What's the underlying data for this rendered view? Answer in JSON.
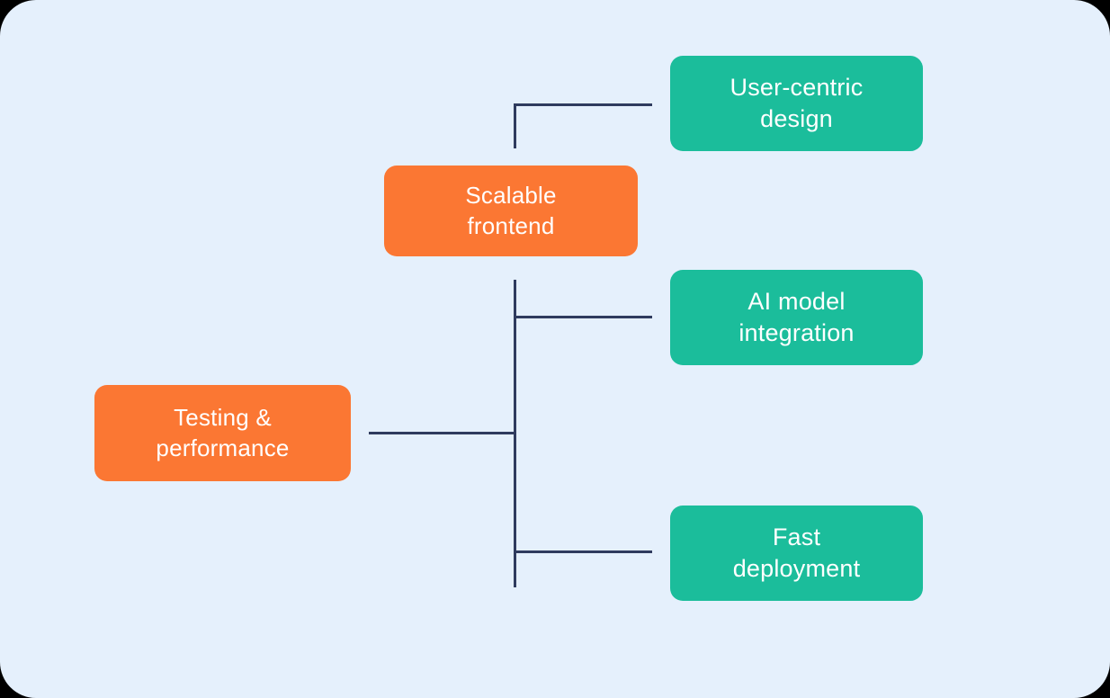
{
  "diagram": {
    "background_color": "#e5f0fc",
    "line_color": "#2f3b5e",
    "nodes": [
      {
        "id": "user-centric-design",
        "label": "User-centric\ndesign",
        "color": "#1bbd9b",
        "role": "branch"
      },
      {
        "id": "scalable-frontend",
        "label": "Scalable\nfrontend",
        "color": "#fb7733",
        "role": "hub"
      },
      {
        "id": "ai-model-integration",
        "label": "AI model\nintegration",
        "color": "#1bbd9b",
        "role": "branch"
      },
      {
        "id": "testing-performance",
        "label": "Testing &\nperformance",
        "color": "#fb7733",
        "role": "hub"
      },
      {
        "id": "fast-deployment",
        "label": "Fast\ndeployment",
        "color": "#1bbd9b",
        "role": "branch"
      }
    ],
    "connections": [
      {
        "id": "top-branch",
        "from": "spine",
        "to": "user-centric-design"
      },
      {
        "id": "ai-branch",
        "from": "spine",
        "to": "ai-model-integration"
      },
      {
        "id": "testing-branch",
        "from": "testing-performance",
        "to": "spine"
      },
      {
        "id": "fast-branch",
        "from": "spine",
        "to": "fast-deployment"
      }
    ]
  }
}
